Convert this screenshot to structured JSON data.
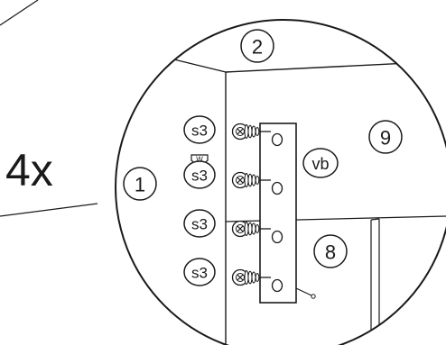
{
  "multiplier": "4x",
  "panel_labels": {
    "panel_1": "1",
    "panel_2": "2",
    "panel_8": "8",
    "panel_9": "9"
  },
  "bracket_label": "vb",
  "screw_labels": [
    "s3",
    "s3",
    "s3",
    "s3"
  ],
  "tool_label": "W",
  "colors": {
    "line": "#1a1a1a",
    "background": "#ffffff"
  }
}
